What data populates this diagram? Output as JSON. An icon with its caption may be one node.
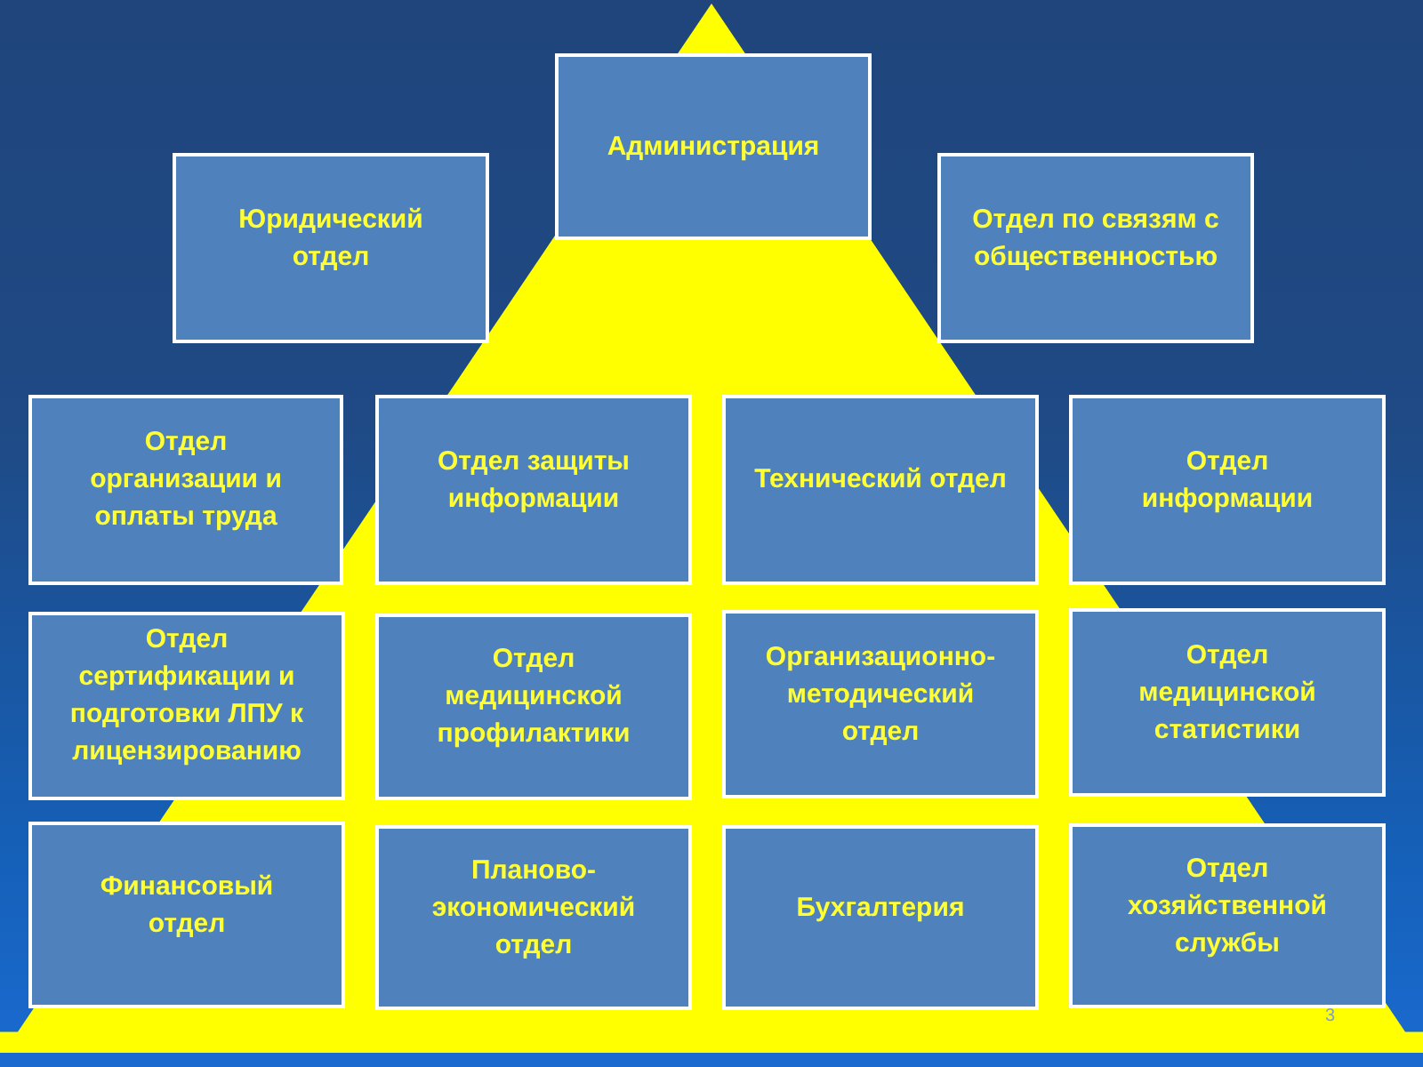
{
  "diagram": {
    "nodes": [
      {
        "text": [
          "Администрация"
        ]
      },
      {
        "text": [
          "Юридический отдел"
        ]
      },
      {
        "text": [
          "Отдел по связям с общественностью"
        ]
      },
      {
        "text": [
          "Отдел организации и оплаты труда"
        ]
      },
      {
        "text": [
          "Отдел защиты информации"
        ]
      },
      {
        "text": [
          "Технический отдел"
        ]
      },
      {
        "text": [
          "Отдел информации"
        ]
      },
      {
        "text": [
          "Отдел сертификации и подготовки ЛПУ к лицензированию"
        ]
      },
      {
        "text": [
          "Отдел медицинской профилактики"
        ]
      },
      {
        "text": [
          "Организационно-методический отдел"
        ]
      },
      {
        "text": [
          "Отдел медицинской статистики"
        ]
      },
      {
        "text": [
          "Финансовый отдел"
        ]
      },
      {
        "text": [
          "Планово-экономический отдел"
        ]
      },
      {
        "text": [
          "Бухгалтерия"
        ]
      },
      {
        "text": [
          "Отдел хозяйственной службы"
        ]
      }
    ],
    "labels": [
      "3"
    ]
  }
}
